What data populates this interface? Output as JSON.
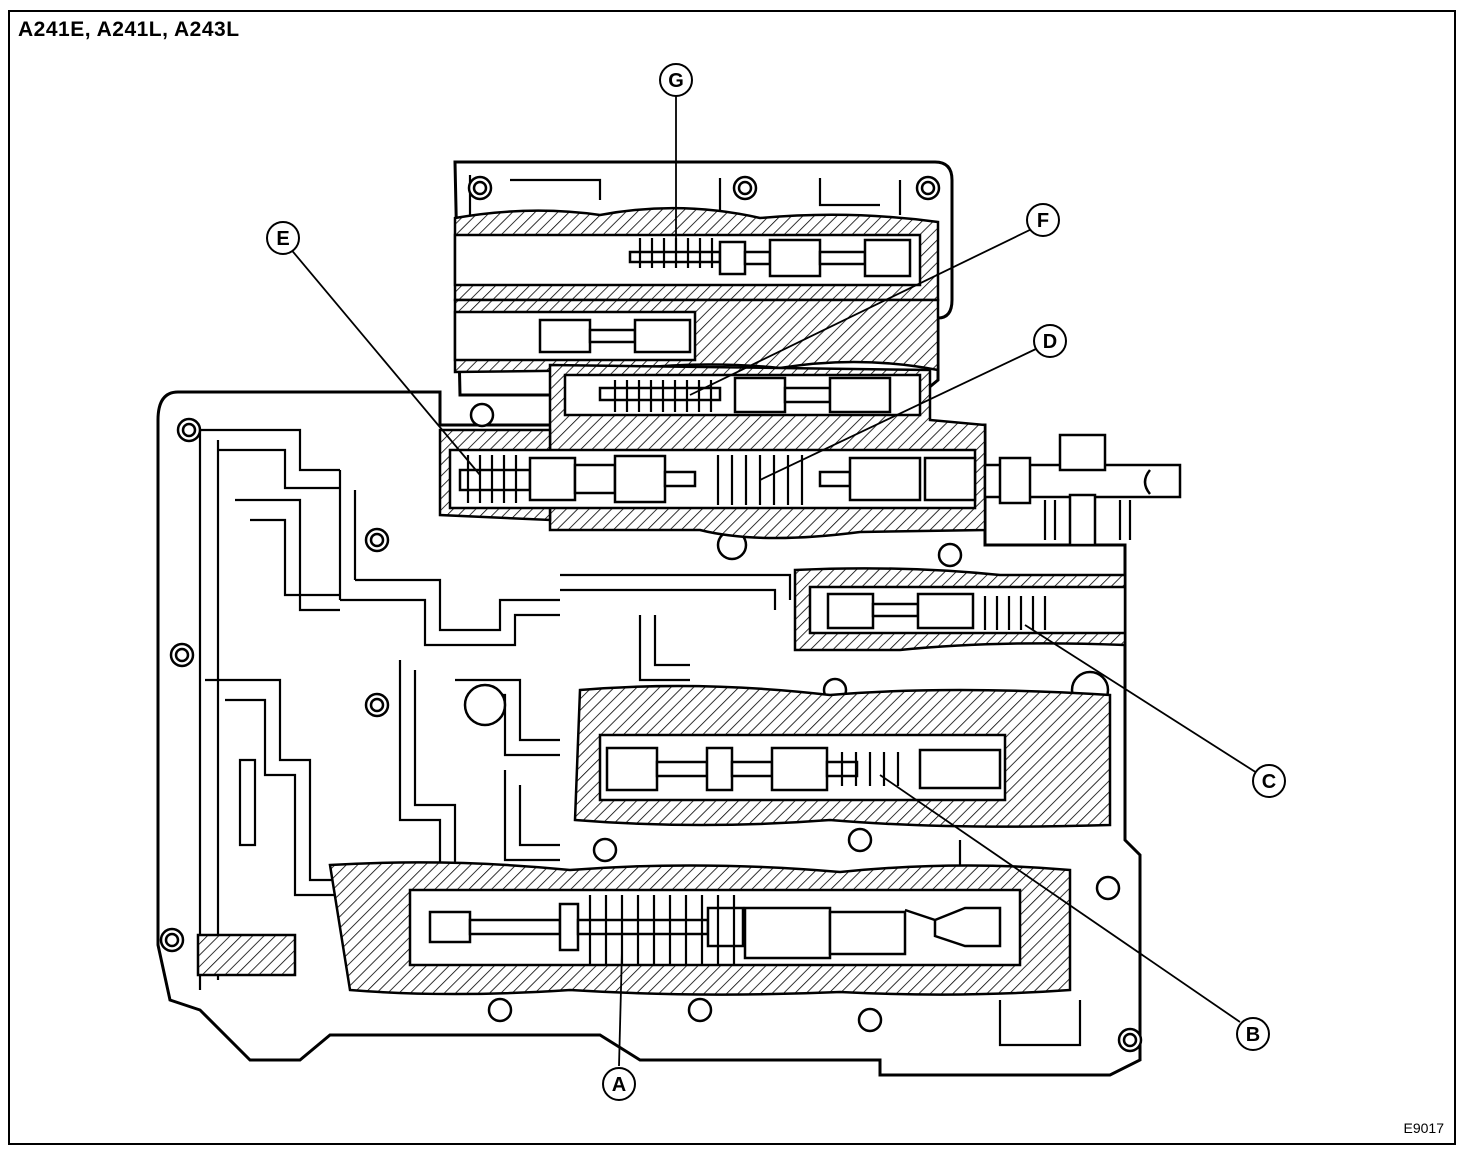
{
  "title": "A241E, A241L, A243L",
  "figure_code": "E9017",
  "callouts": [
    {
      "id": "a",
      "letter": "A"
    },
    {
      "id": "b",
      "letter": "B"
    },
    {
      "id": "c",
      "letter": "C"
    },
    {
      "id": "d",
      "letter": "D"
    },
    {
      "id": "e",
      "letter": "E"
    },
    {
      "id": "f",
      "letter": "F"
    },
    {
      "id": "g",
      "letter": "G"
    }
  ],
  "colors": {
    "ink": "#000000",
    "paper": "#ffffff"
  }
}
